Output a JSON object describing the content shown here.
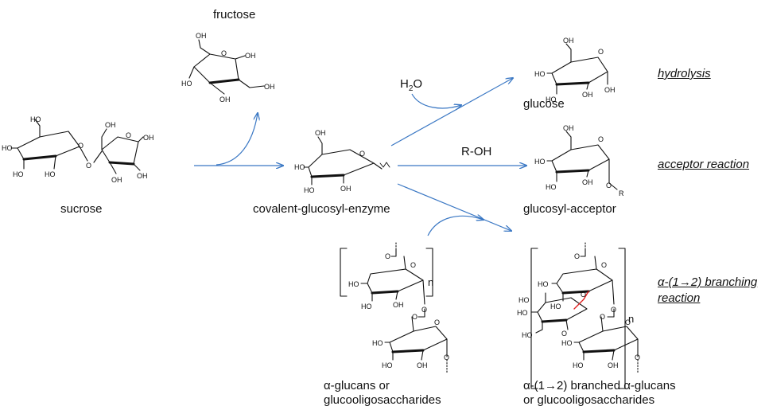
{
  "labels": {
    "fructose": "fructose",
    "sucrose": "sucrose",
    "covalent": "covalent-glucosyl-enzyme",
    "water": "H",
    "water_sub": "2",
    "water_tail": "O",
    "glucose": "glucose",
    "roh": "R-OH",
    "glucosyl_acceptor": "glucosyl-acceptor",
    "alpha_glucans_1": "α-glucans or",
    "alpha_glucans_2": "glucooligosaccharides",
    "branched_1": "α-(1→2) branched α-glucans",
    "branched_2": "or glucooligosaccharides",
    "repeat_n": "n",
    "r_group": "R"
  },
  "reactions": {
    "hydrolysis": "hydrolysis",
    "acceptor": "acceptor reaction",
    "branching_1": "α-(1→2) branching",
    "branching_2": "reaction"
  },
  "atoms": {
    "OH": "OH",
    "HO": "HO",
    "O": "O"
  },
  "colors": {
    "arrow": "#3b78c4",
    "bond": "#111111",
    "branch_bond": "#e02020"
  }
}
